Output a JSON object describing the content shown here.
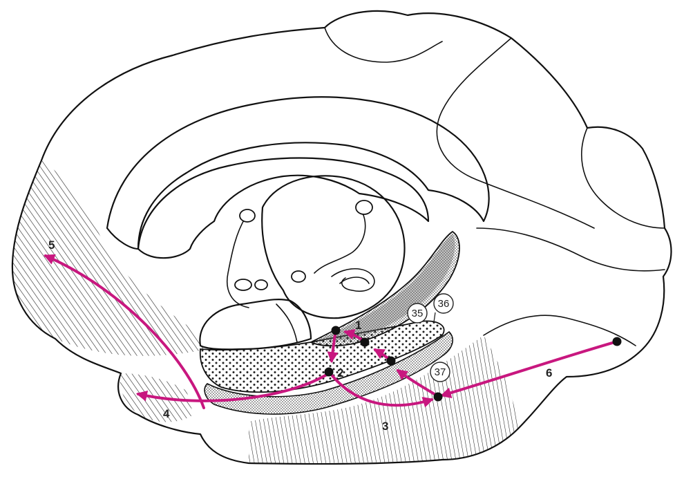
{
  "colors": {
    "arrow": "#c8177f",
    "line": "#111111",
    "dot": "#111111"
  },
  "labels": {
    "l1": "1",
    "l2": "2",
    "l3": "3",
    "l4": "4",
    "l5": "5",
    "l6": "6",
    "a35": "35",
    "a36": "36",
    "a37": "37"
  }
}
